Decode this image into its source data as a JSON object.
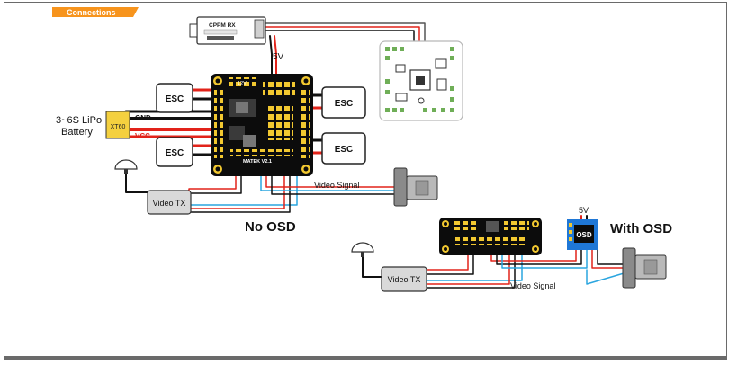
{
  "header": {
    "title": "Connections",
    "color": "#f7941d"
  },
  "receiver": {
    "label": "CPPM RX"
  },
  "power": {
    "rx_voltage": "5V",
    "osd_voltage": "5V"
  },
  "battery": {
    "line1": "3~6S LiPo",
    "line2": "Battery",
    "connector": "XT60",
    "gnd_label": "GND",
    "vcc_label": "VCC"
  },
  "escs": [
    "ESC",
    "ESC",
    "ESC",
    "ESC"
  ],
  "pdb": {
    "name": "MATEK V2.1",
    "rail_label": "12V"
  },
  "sections": {
    "no_osd": "No OSD",
    "with_osd": "With OSD"
  },
  "video": {
    "tx_label": "Video TX",
    "signal_label": "Video Signal",
    "osd_label": "OSD"
  },
  "colors": {
    "red": "#e2231a",
    "black": "#111111",
    "blue": "#2aa5df",
    "board": "#0c0c0c",
    "pads": "#f2c830",
    "xt60": "#f4d03f",
    "osd_blue": "#1f77d6"
  }
}
